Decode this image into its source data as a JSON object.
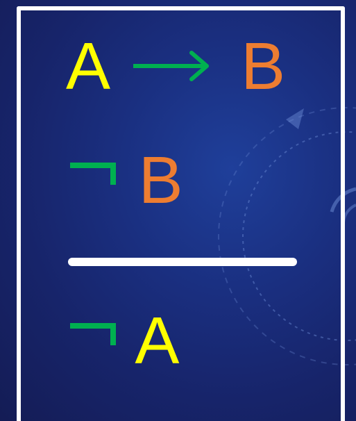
{
  "premise_1": {
    "left": "A",
    "connective": "→",
    "right": "B"
  },
  "premise_2": {
    "negation": "¬",
    "operand": "B"
  },
  "conclusion": {
    "negation": "¬",
    "operand": "A"
  },
  "colors": {
    "variable_a": "#ffff00",
    "variable_b": "#ed7d31",
    "operator": "#00b050",
    "frame": "#ffffff",
    "background": "#17246a"
  },
  "icons": {
    "background_decoration": "circular-arrows-icon"
  }
}
